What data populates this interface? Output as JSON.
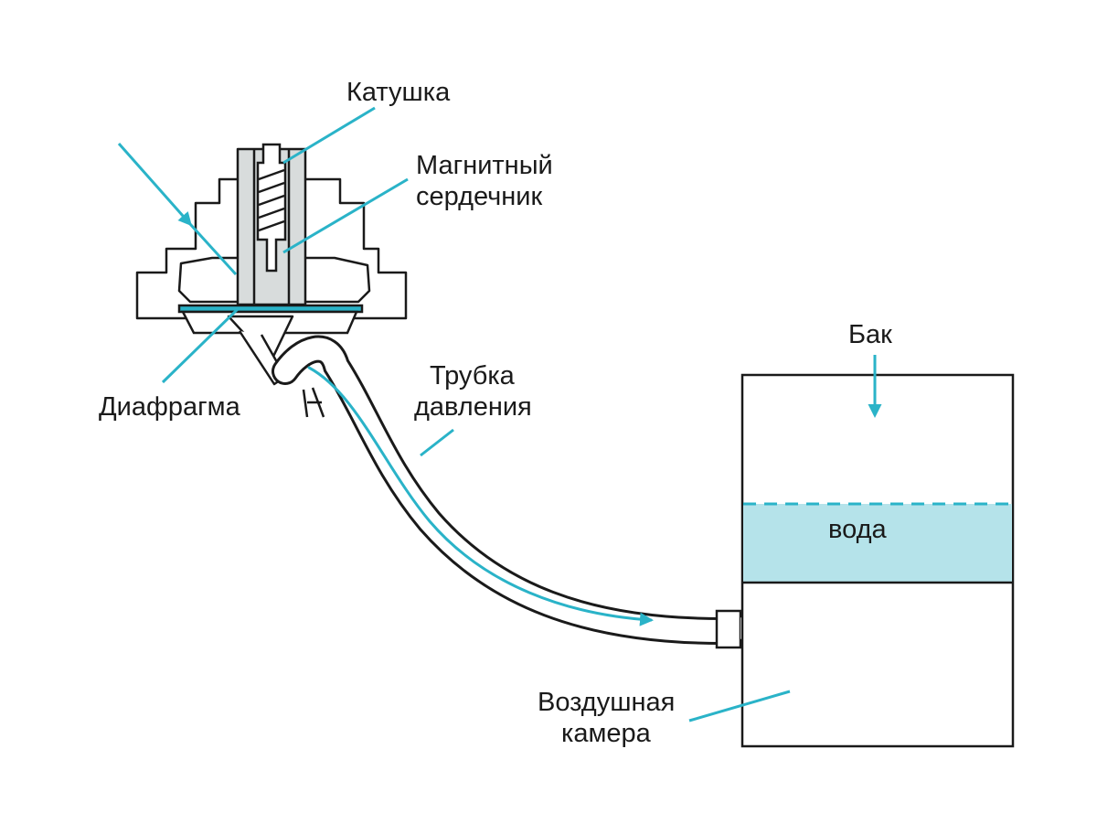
{
  "colors": {
    "accent": "#2ab3c8",
    "water_fill": "#b5e3ea",
    "core_fill": "#d8dcdc",
    "stroke": "#1a1a1a",
    "background": "#ffffff"
  },
  "labels": {
    "coil": "Катушка",
    "core_line1": "Магнитный",
    "core_line2": "сердечник",
    "diaphragm": "Диафрагма",
    "tube_line1": "Трубка",
    "tube_line2": "давления",
    "tank": "Бак",
    "water": "вода",
    "air_line1": "Воздушная",
    "air_line2": "камера"
  }
}
